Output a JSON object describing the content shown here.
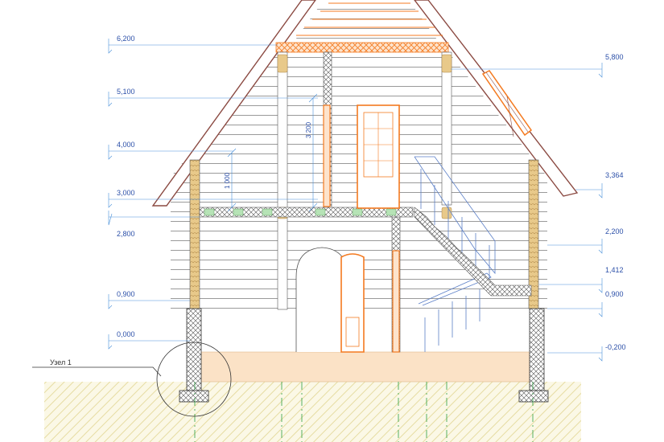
{
  "colors": {
    "dimension": "#2b4fa8",
    "leader": "#4a90d9",
    "roof": "#8b4a42",
    "timber": "#f47a20",
    "log": "#e8c98a",
    "slab": "#fbe2c6",
    "ground_hatch": "#e6dca2",
    "wall_line": "#9a9a9a",
    "stair": "#5b7fc7",
    "axis": "#2ea043"
  },
  "elevations": {
    "left": [
      {
        "id": "e-6200",
        "label": "6,200"
      },
      {
        "id": "e-5100",
        "label": "5,100"
      },
      {
        "id": "e-4000",
        "label": "4,000"
      },
      {
        "id": "e-3000",
        "label": "3,000"
      },
      {
        "id": "e-2800",
        "label": "2,800"
      },
      {
        "id": "e-0900l",
        "label": "0,900"
      },
      {
        "id": "e-0000",
        "label": "0,000"
      }
    ],
    "right": [
      {
        "id": "e-5800",
        "label": "5,800"
      },
      {
        "id": "e-3364",
        "label": "3,364"
      },
      {
        "id": "e-2200",
        "label": "2,200"
      },
      {
        "id": "e-1412",
        "label": "1,412"
      },
      {
        "id": "e-0900r",
        "label": "0,900"
      },
      {
        "id": "e--0200",
        "label": "-0,200"
      }
    ]
  },
  "dimensions": {
    "door_height": "3 200",
    "window_sill": "1 000"
  },
  "node_label": "Узел 1"
}
